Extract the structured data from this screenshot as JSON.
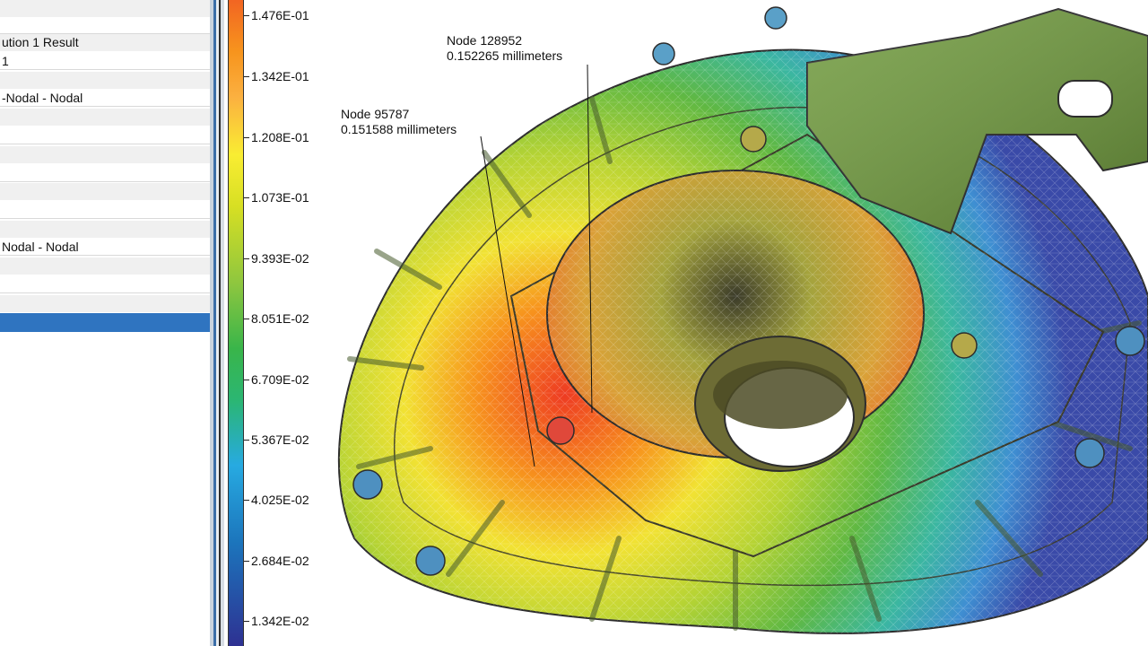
{
  "properties": {
    "rows": [
      "",
      "ution 1 Result",
      "1",
      "",
      "-Nodal - Nodal",
      "",
      "",
      "",
      "",
      "",
      "",
      "",
      "Nodal - Nodal",
      "",
      "",
      "",
      ""
    ]
  },
  "legend": {
    "labels": [
      "1.476E-01",
      "1.342E-01",
      "1.208E-01",
      "1.073E-01",
      "9.393E-02",
      "8.051E-02",
      "6.709E-02",
      "5.367E-02",
      "4.025E-02",
      "2.684E-02",
      "1.342E-02"
    ],
    "colors": [
      "#f26522",
      "#f9ed32",
      "#8dc63f",
      "#27aae1",
      "#2e3192"
    ]
  },
  "annotations": [
    {
      "node": "Node 128952",
      "value": "0.152265 millimeters"
    },
    {
      "node": "Node 95787",
      "value": "0.151588 millimeters"
    }
  ]
}
